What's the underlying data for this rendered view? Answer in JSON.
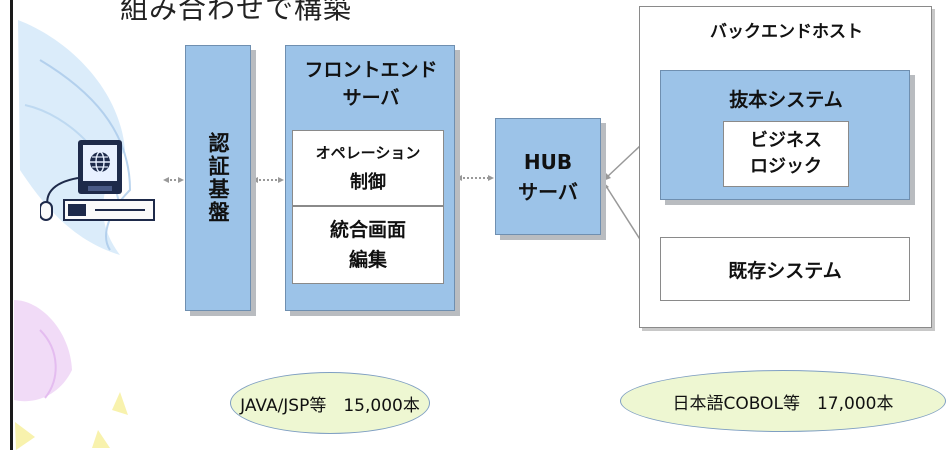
{
  "title": "組み合わせで構築",
  "auth": {
    "label": "認証基盤"
  },
  "frontend": {
    "label_line1": "フロントエンド",
    "label_line2": "サーバ",
    "op_line1": "オペレーション",
    "op_line2": "制御",
    "integ_line1": "統合画面",
    "integ_line2": "編集"
  },
  "hub": {
    "line1": "HUB",
    "line2": "サーバ"
  },
  "backend": {
    "label": "バックエンドホスト",
    "new_system": "抜本システム",
    "biz_line1": "ビジネス",
    "biz_line2": "ロジック",
    "legacy": "既存システム"
  },
  "notes": {
    "left": "JAVA/JSP等　15,000本",
    "right": "日本語COBOL等　17,000本"
  },
  "colors": {
    "box_fill": "#9cc3e8",
    "box_border": "#6f8fb0",
    "ellipse_fill": "#eef7d2",
    "arrow": "#8a8a8a"
  },
  "icons": [
    "computer-terminal-icon",
    "globe-icon"
  ]
}
